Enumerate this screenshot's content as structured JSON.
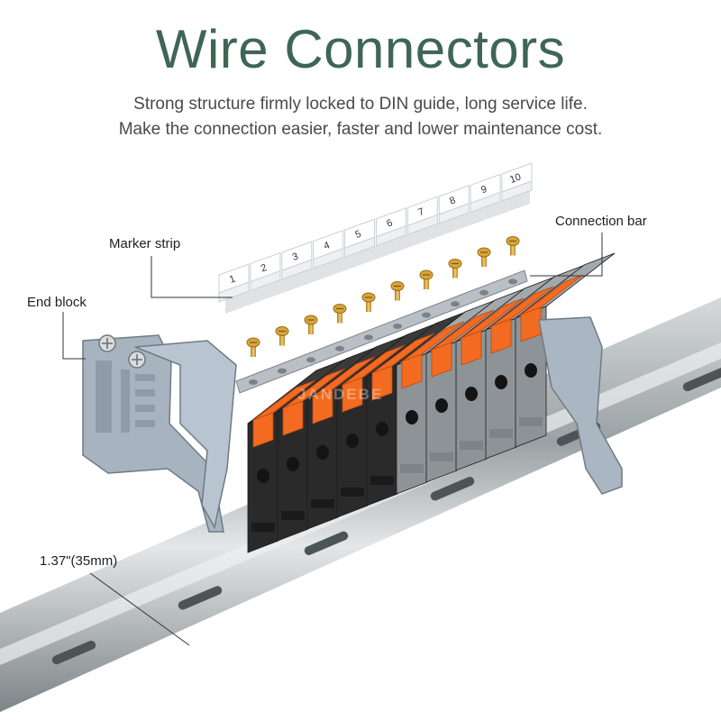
{
  "heading": {
    "title": "Wire Connectors",
    "subtitle_line1": "Strong structure firmly locked to DIN guide, long service life.",
    "subtitle_line2": "Make the connection easier, faster and lower maintenance cost."
  },
  "callouts": {
    "marker_strip": "Marker strip",
    "connection_bar": "Connection bar",
    "end_block": "End block",
    "rail_width": "1.37\"(35mm)"
  },
  "marker_numbers": [
    "1",
    "2",
    "3",
    "4",
    "5",
    "6",
    "7",
    "8",
    "9",
    "10"
  ],
  "watermark": "JANDEBE",
  "colors": {
    "title": "#3f6655",
    "lever": "#f26b21",
    "grey_block": "#8e9398",
    "black_block": "#2a2a2b",
    "end_block": "#a7b4c0",
    "screw_brass": "#d8a53a"
  }
}
